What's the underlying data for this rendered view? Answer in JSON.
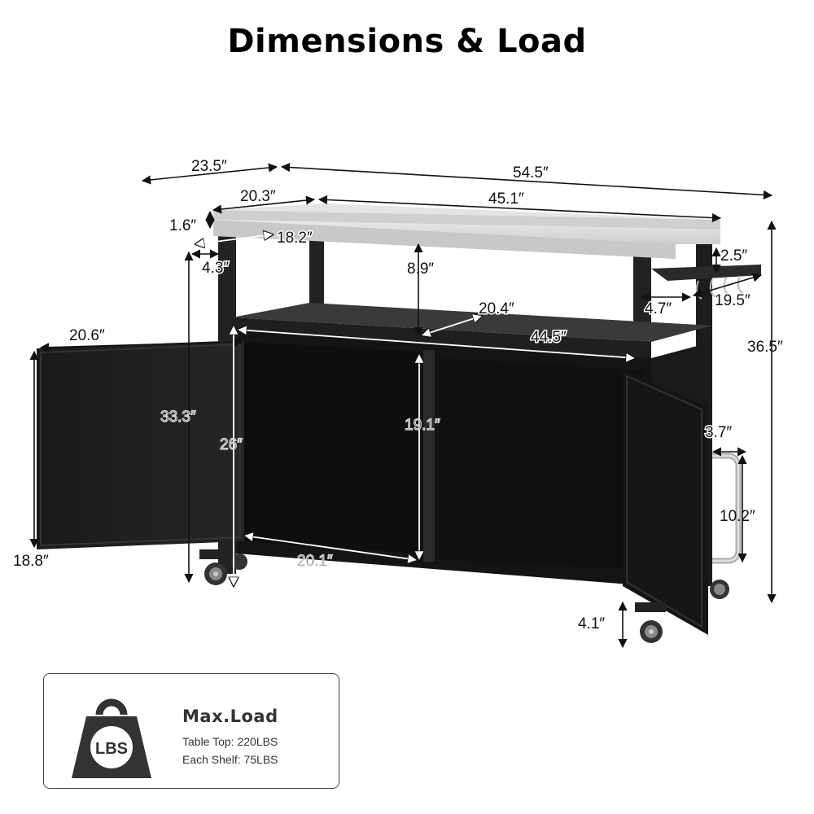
{
  "title": "Dimensions & Load",
  "dimensions": {
    "overall_width": "54.5″",
    "overall_depth": "23.5″",
    "top_width": "45.1″",
    "top_depth": "20.3″",
    "top_thickness": "1.6″",
    "side_shelf_depth": "18.2″",
    "side_shelf_width": "4.3″",
    "shelf_clearance": "8.9″",
    "middle_shelf_depth": "20.4″",
    "middle_shelf_width": "44.5″",
    "door_width": "20.6″",
    "door_height": "18.8″",
    "height_to_shelf": "33.3″",
    "cabinet_height": "26″",
    "cabinet_interior_height": "19.1″",
    "cabinet_interior_width": "20.1″",
    "hook_rack_height": "2.5″",
    "hook_rack_width": "19.5″",
    "hook_rack_offset": "4.7″",
    "overall_height": "36.5″",
    "handle_depth": "3.7″",
    "handle_height": "10.2″",
    "ground_clearance": "4.1″"
  },
  "max_load": {
    "icon": "weight-lbs-icon",
    "icon_label": "LBS",
    "title": "Max.Load",
    "lines": [
      "Table Top: 220LBS",
      "Each Shelf: 75LBS"
    ]
  }
}
